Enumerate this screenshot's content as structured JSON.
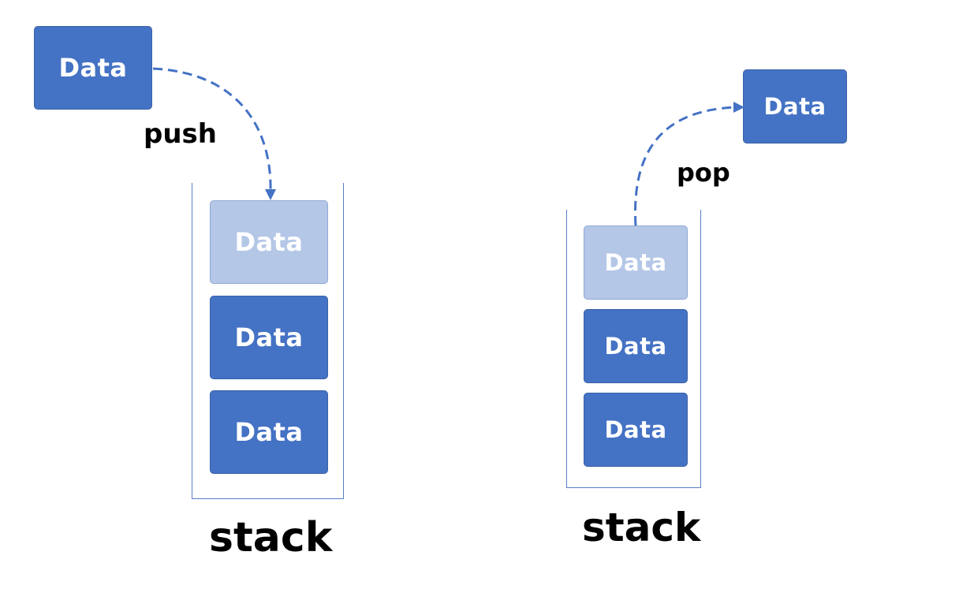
{
  "push_side": {
    "incoming_block": "Data",
    "arrow_label": "push",
    "stack_blocks": [
      "Data",
      "Data",
      "Data"
    ],
    "stack_label": "stack"
  },
  "pop_side": {
    "outgoing_block": "Data",
    "arrow_label": "pop",
    "stack_blocks": [
      "Data",
      "Data",
      "Data"
    ],
    "stack_label": "stack"
  },
  "colors": {
    "block": "#4472c4",
    "block_highlight": "#b4c7e7",
    "arrow": "#4472c4"
  }
}
